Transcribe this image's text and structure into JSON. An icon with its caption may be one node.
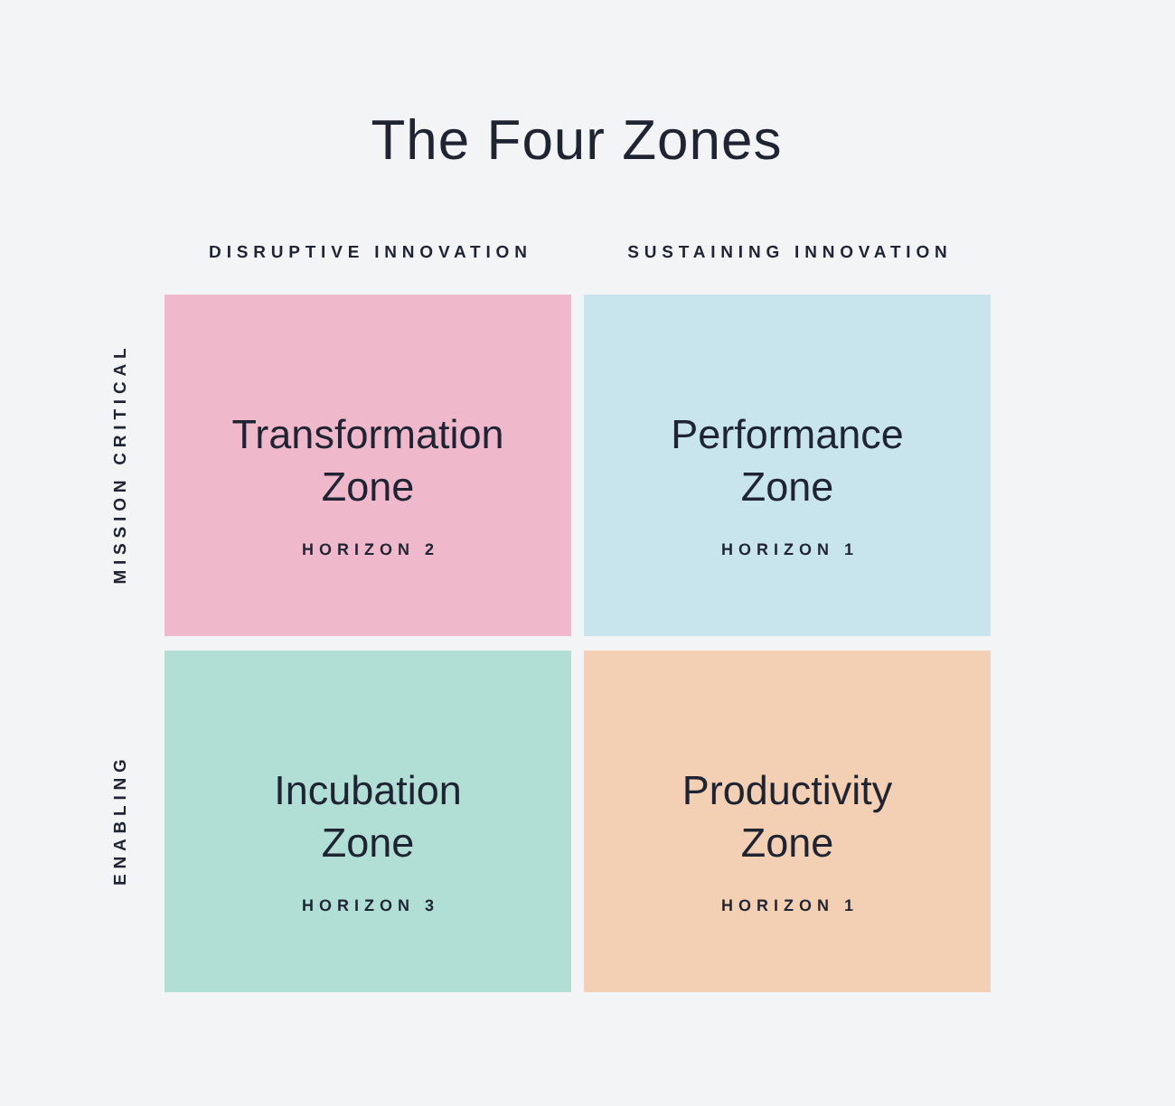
{
  "diagram": {
    "title": "The Four Zones",
    "nodes": [
      {
        "text": [
          "Transformation Zone",
          "HORIZON 2"
        ]
      },
      {
        "text": [
          "Performance Zone",
          "HORIZON 1"
        ]
      },
      {
        "text": [
          "Incubation Zone",
          "HORIZON 3"
        ]
      },
      {
        "text": [
          "Productivity Zone",
          "HORIZON 1"
        ]
      }
    ],
    "labels": [
      "DISRUPTIVE INNOVATION",
      "SUSTAINING INNOVATION",
      "MISSION CRITICAL",
      "ENABLING"
    ]
  }
}
